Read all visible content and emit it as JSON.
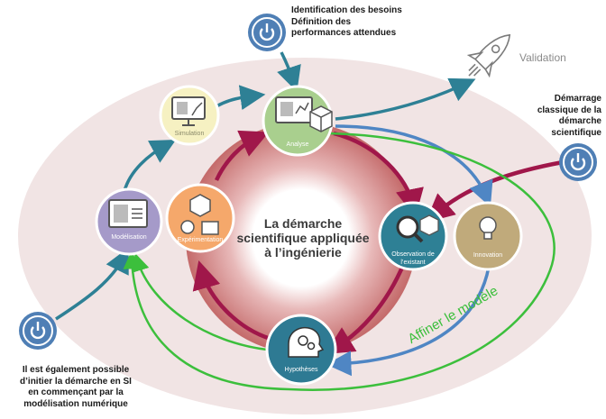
{
  "colors": {
    "background_ellipse": "#f1e4e4",
    "ring": "#c46a6a",
    "teal_arrow": "#2e8095",
    "blue_arrow": "#4f86c4",
    "green_arrow": "#3cbf3c",
    "crimson_arrow": "#a0174a",
    "power_button": "#4f7fb5"
  },
  "center_title": "La démarche scientifique appliquée à l’ingénierie",
  "notes": {
    "top": [
      "Identification des besoins",
      "Définition des",
      "performances attendues"
    ],
    "right": [
      "Démarrage",
      "classique de la",
      "démarche",
      "scientifique"
    ],
    "bottom_left": [
      "Il est également possible",
      "d’initier la démarche en SI",
      "en commençant par la",
      "modélisation numérique"
    ]
  },
  "validation_label": "Validation",
  "affiner_label": "Affiner le modèle",
  "nodes": {
    "simulation": {
      "label": "Simulation",
      "color": "#f6f1c2",
      "icon": "monitor-chart-icon"
    },
    "analyse": {
      "label": "Analyse",
      "color": "#a9cf8e",
      "icon": "monitor-cube-icon"
    },
    "modelisation": {
      "label": "Modélisation",
      "color": "#a59ac9",
      "icon": "monitor-lattice-icon"
    },
    "experimentation": {
      "label": "Expérimentation",
      "color": "#f5a86b",
      "icon": "instruments-icon"
    },
    "observation": {
      "label": "Observation de l’existant",
      "color": "#2e8095",
      "icon": "magnifier-icon"
    },
    "innovation": {
      "label": "Innovation",
      "color": "#c0aa7b",
      "icon": "lightbulb-icon"
    },
    "hypotheses": {
      "label": "Hypothèses",
      "color": "#2e7a93",
      "icon": "head-gears-icon"
    }
  }
}
